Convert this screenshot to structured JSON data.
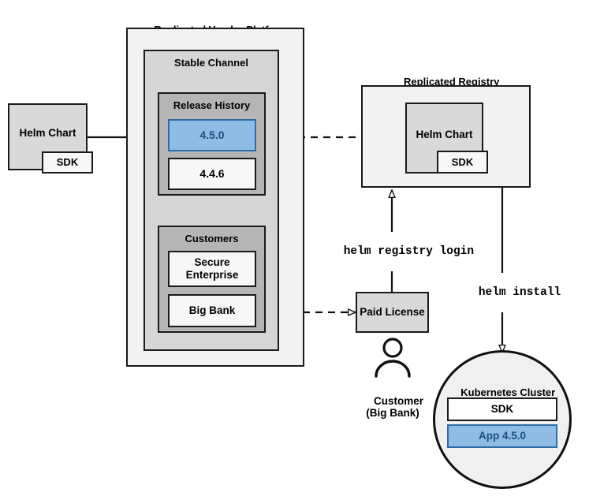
{
  "diagram": {
    "title_vendor_platform": "Replicated Vendor Platform",
    "title_registry": "Replicated Registry"
  },
  "source_chart": {
    "title": "Helm Chart",
    "sdk": "SDK"
  },
  "vendor_platform": {
    "label": "Replicated Vendor Platform",
    "channel": {
      "label": "Stable Channel",
      "release_history": {
        "label": "Release History",
        "releases": [
          {
            "version": "4.5.0",
            "highlighted": true
          },
          {
            "version": "4.4.6",
            "highlighted": false
          }
        ]
      },
      "customers": {
        "label": "Customers",
        "entries": [
          {
            "name": "Secure\nEnterprise"
          },
          {
            "name": "Big Bank"
          }
        ]
      }
    }
  },
  "registry": {
    "label": "Replicated Registry",
    "chart": {
      "title": "Helm Chart",
      "sdk": "SDK"
    }
  },
  "license": {
    "label": "Paid\nLicense"
  },
  "customer_actor": {
    "label": "Customer\n(Big Bank)",
    "icon": "person-icon"
  },
  "cluster": {
    "label": "Kubernetes Cluster",
    "components": [
      {
        "name": "SDK",
        "highlighted": false
      },
      {
        "name": "App 4.5.0",
        "highlighted": true
      }
    ]
  },
  "commands": {
    "registry_login": "helm registry login",
    "install": "helm install"
  },
  "colors": {
    "accent_blue_fill": "#8fbce4",
    "accent_blue_border": "#2d6ca8",
    "accent_blue_text": "#1d4f82",
    "outer_gray": "#f2f2f2",
    "mid_gray": "#d6d6d6",
    "inner_gray": "#b5b5b5",
    "card_gray": "#d9d9d9",
    "stroke": "#1a1a1a"
  }
}
